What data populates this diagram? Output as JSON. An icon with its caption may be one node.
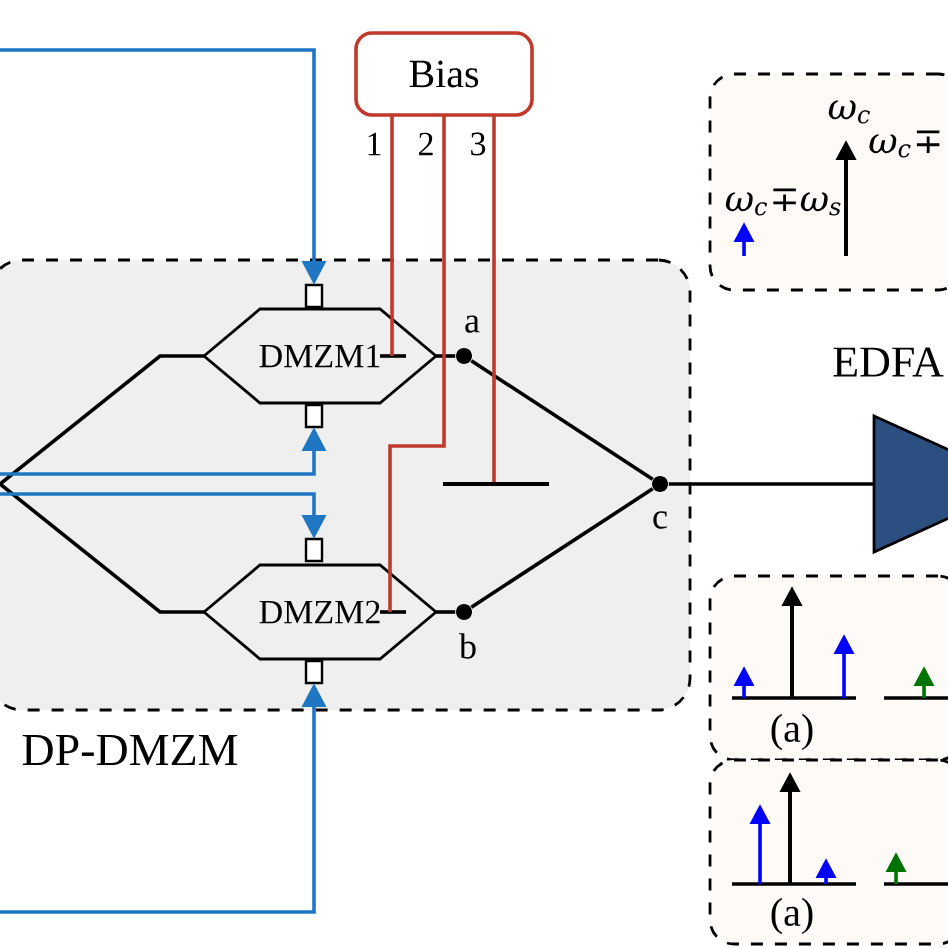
{
  "diagram": {
    "nodes": [
      {
        "text": [
          "Bias"
        ]
      },
      {
        "text": [
          "DP-DMZM"
        ]
      },
      {
        "text": [],
        "shape": "box",
        "in": 1
      },
      {
        "text": [
          "DMZM1"
        ],
        "in": 1
      },
      {
        "text": [],
        "shape": "box",
        "in": 1
      },
      {
        "text": [],
        "shape": "circle",
        "beside": [
          "a"
        ],
        "in": 1
      },
      {
        "text": [],
        "shape": "bar",
        "in": 1
      },
      {
        "text": [],
        "shape": "circle",
        "beside": [
          "c"
        ],
        "in": 1
      },
      {
        "text": [],
        "shape": "box",
        "in": 1
      },
      {
        "text": [
          "DMZM2"
        ],
        "in": 1
      },
      {
        "text": [],
        "shape": "box",
        "in": 1
      },
      {
        "text": [],
        "shape": "circle",
        "beside": [
          "b"
        ],
        "in": 1
      },
      {
        "text": [
          "EDFA"
        ]
      },
      {
        "text": [
          "ω$_{c}$",
          "ω$_{c}$∓ω$_{s}$",
          "ω$_{c}$∓"
        ]
      },
      {
        "text": [
          "(a)"
        ]
      },
      {
        "text": [
          "(a)"
        ]
      }
    ],
    "edges": [
      {
        "from": null,
        "to": 3,
        "arrow": "none"
      },
      {
        "from": null,
        "to": 9,
        "arrow": "none"
      },
      {
        "from": 3,
        "to": 5,
        "arrow": "none"
      },
      {
        "from": 9,
        "to": 11,
        "arrow": "none"
      },
      {
        "from": 5,
        "to": 7,
        "arrow": "none"
      },
      {
        "from": 11,
        "to": 7,
        "arrow": "none"
      },
      {
        "from": 7,
        "to": 12,
        "arrow": "none"
      },
      {
        "from": 0,
        "to": 3,
        "arrow": "none",
        "label": "1",
        "color": "#c0392b"
      },
      {
        "from": 0,
        "to": 9,
        "arrow": "none",
        "label": "2",
        "color": "#c0392b"
      },
      {
        "from": 0,
        "to": 6,
        "arrow": "none",
        "label": "3",
        "color": "#c0392b"
      },
      {
        "from": null,
        "to": 2,
        "arrow": "to",
        "color": "#1f77c4"
      },
      {
        "from": null,
        "to": 4,
        "arrow": "to",
        "color": "#1f77c4"
      },
      {
        "from": null,
        "to": 8,
        "arrow": "to",
        "color": "#1f77c4"
      },
      {
        "from": null,
        "to": 10,
        "arrow": "to",
        "color": "#1f77c4"
      }
    ]
  }
}
